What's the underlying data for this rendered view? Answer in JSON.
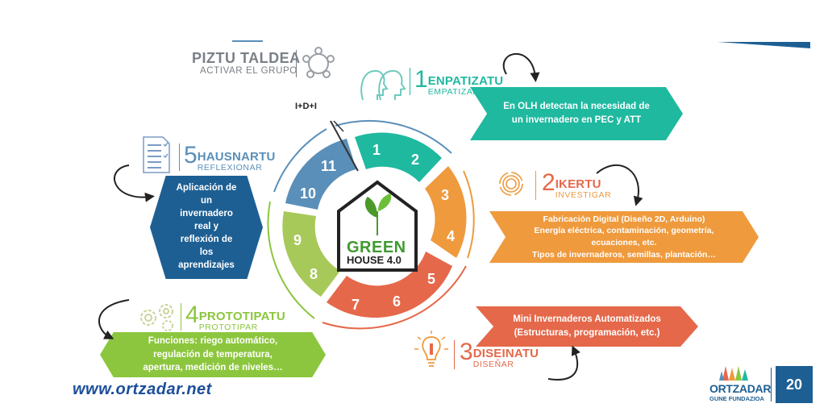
{
  "colors": {
    "teal": "#1fb9a0",
    "orange": "#ef9a3d",
    "coral": "#e5684a",
    "green": "#8cc63e",
    "lime": "#a7c95a",
    "steel": "#5a8fb9",
    "navy": "#1d5f93",
    "grey": "#7a8088",
    "url": "#1c4e9a"
  },
  "header": {
    "group_title": "PIZTU TALDEA",
    "group_subtitle": "ACTIVAR EL GRUPO",
    "idi_label": "I+D+I"
  },
  "center": {
    "title_green": "GREEN",
    "title_house": "HOUSE 4.0"
  },
  "ring_numbers": [
    "1",
    "2",
    "3",
    "4",
    "5",
    "6",
    "7",
    "8",
    "9",
    "10",
    "11"
  ],
  "stages": {
    "empatizatu": {
      "num": "1",
      "name": "ENPATIZATU",
      "sub": "EMPATIZAR",
      "icon": "heads-icon"
    },
    "ikertu": {
      "num": "2",
      "name": "IKERTU",
      "sub": "INVESTIGAR",
      "icon": "fingerprint-icon"
    },
    "diseinatu": {
      "num": "3",
      "name": "DISEINATU",
      "sub": "DISEÑAR",
      "icon": "lightbulb-icon"
    },
    "prototipatu": {
      "num": "4",
      "name": "PROTOTIPATU",
      "sub": "PROTOTIPAR",
      "icon": "gears-icon"
    },
    "hausnartu": {
      "num": "5",
      "name": "HAUSNARTU",
      "sub": "REFLEXIONAR",
      "icon": "checklist-icon"
    }
  },
  "boxes": {
    "empatizatu_lines": [
      "En OLH detectan la necesidad de",
      "un invernadero en PEC y ATT"
    ],
    "ikertu_lines": [
      "Fabricación Digital (Diseño 2D, Arduino)",
      "Energía eléctrica, contaminación, geometría,",
      "ecuaciones, etc.",
      "Tipos de invernaderos, semillas, plantación…"
    ],
    "diseinatu_lines": [
      "Mini Invernaderos Automatizados",
      "(Estructuras, programación, etc.)"
    ],
    "prototipatu_lines": [
      "Funciones: riego automático,",
      "regulación de temperatura,",
      "apertura, medición de niveles…"
    ],
    "hausnartu_lines": [
      "Aplicación de",
      "un",
      "invernadero",
      "real y",
      "reflexión de",
      "los",
      "aprendizajes"
    ]
  },
  "footer": {
    "url": "www.ortzadar.net",
    "logo_name": "ORTZADAR",
    "logo_sub": "GUNE FUNDAZIOA",
    "badge_text": "20"
  }
}
